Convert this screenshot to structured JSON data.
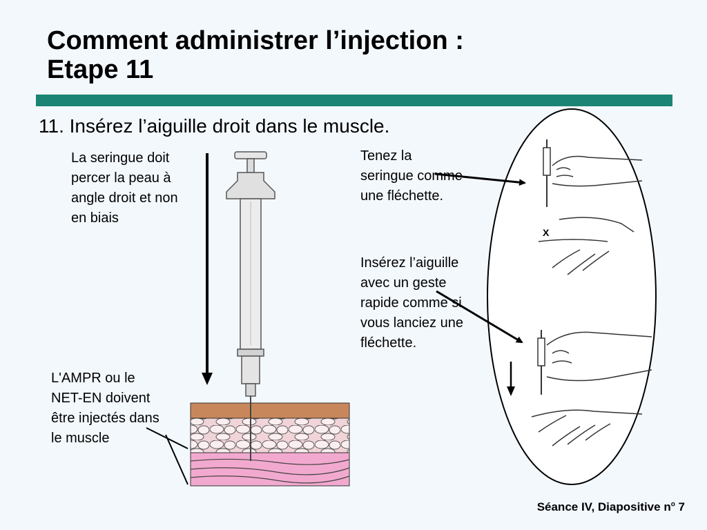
{
  "slide": {
    "title_line1": "Comment administrer l’injection :",
    "title_line2": "Etape 11",
    "step_text": "11. Insérez l’aiguille droit dans le muscle.",
    "accent_color": "#1b8474"
  },
  "notes": {
    "angle": "La seringue doit percer la peau à angle droit et non en biais",
    "grip": "Tenez la seringue comme une fléchette.",
    "insert": "Insérez l’aiguille avec un geste rapide comme si vous lanciez une fléchette.",
    "muscle": "L'AMPR ou le NET-EN doivent être injectés dans le muscle"
  },
  "illustration": {
    "mark_label": "X"
  },
  "footer": {
    "text": "Séance IV, Diapositive n",
    "superscript": "o",
    "number": " 7"
  }
}
